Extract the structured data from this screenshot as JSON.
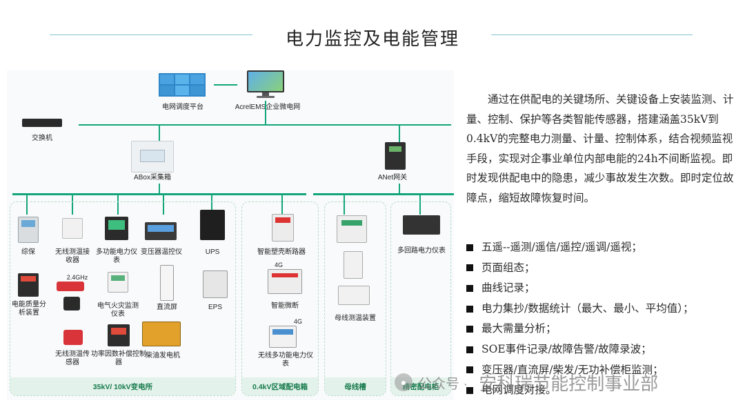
{
  "title": "电力监控及电能管理",
  "top_nodes": {
    "grid_platform": "电网调度平台",
    "ems": "AcrelEMS企业微电网",
    "switch": "交换机",
    "abox": "ABox采集箱",
    "anet": "ANet网关"
  },
  "groups": {
    "substation": "35kV/ 10kV变电所",
    "lv_box": "0.4kV区域配电箱",
    "busway": "母线槽",
    "cabinet": "精密配电柜"
  },
  "devices": {
    "protection": "综保",
    "wireless_receiver": "无线测温接收器",
    "multi_meter": "多功能电力仪表",
    "transformer_temp": "变压器温控仪",
    "ups": "UPS",
    "power_quality": "电能质量分析装置",
    "freq_label": "2.4GHz",
    "fire_monitor": "电气火灾监测仪表",
    "dc_screen": "直流屏",
    "eps": "EPS",
    "wireless_sensor": "无线测温传感器",
    "pf_controller": "功率因数补偿控制器",
    "diesel": "柴油发电机",
    "mccb": "智能塑壳断路器",
    "four_g_a": "4G",
    "mcb": "智能微断",
    "four_g_b": "4G",
    "wireless_meter": "无线多功能电力仪表",
    "busway_temp": "母线测温装置",
    "multi_loop": "多回路电力仪表"
  },
  "description": "通过在供配电的关键场所、关键设备上安装监测、计量、控制、保护等各类智能传感器，搭建涵盖35kV到0.4kV的完整电力测量、计量、控制体系，结合视频监视手段，实现对企事业单位内部电能的24h不间断监视。即时发现供配电中的隐患，减少事故发生次数。即时定位故障点，缩短故障恢复时间。",
  "features": [
    "五遥--遥测/遥信/遥控/遥调/遥视；",
    "页面组态；",
    "曲线记录；",
    "电力集抄/数据统计（最大、最小、平均值）；",
    "最大需量分析；",
    "SOE事件记录/故障告警/故障录波；",
    "变压器/直流屏/柴发/无功补偿柜监测；",
    "电网调度对接。"
  ],
  "watermark": {
    "brand": "公众号 ·",
    "org": "安科瑞节能控制事业部"
  },
  "colors": {
    "bus": "#12a57a",
    "title_line": "#7fc7cf",
    "group_fill": "#e3f2ea",
    "group_text": "#157a4c"
  }
}
